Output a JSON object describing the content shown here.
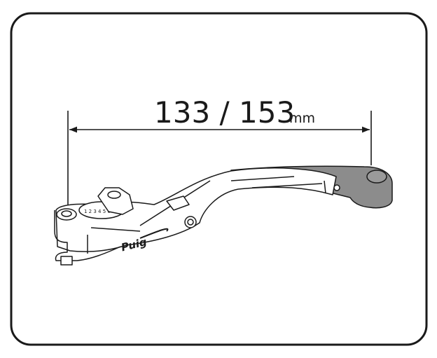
{
  "dimension": {
    "value": "133 / 153",
    "unit": "mm"
  },
  "product": {
    "brand_logo": "Puig",
    "adjuster_marks": "1 2 3 4 5 6"
  },
  "colors": {
    "line": "#1a1a1a",
    "lever_tip": "#8c8c8c",
    "background": "#ffffff"
  }
}
